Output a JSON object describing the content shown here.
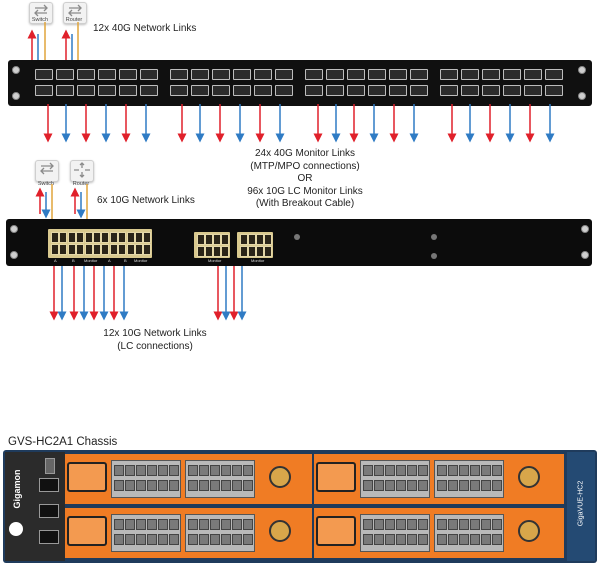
{
  "devices": {
    "top_switch": "Switch",
    "top_router": "Router",
    "mid_switch": "Switch",
    "mid_router": "Router"
  },
  "labels": {
    "top_network_links": "12x 40G Network Links",
    "monitor_line1": "24x 40G Monitor Links",
    "monitor_line2": "(MTP/MPO connections)",
    "monitor_line3": "OR",
    "monitor_line4": "96x 10G LC Monitor Links",
    "monitor_line5": "(With Breakout Cable)",
    "mid_network_links": "6x 10G Network Links",
    "lc_line1": "12x 10G Network Links",
    "lc_line2": "(LC connections)",
    "chassis_title": "GVS-HC2A1 Chassis",
    "brand": "Gigamon",
    "side_model": "GigaVUE-HC2",
    "port_a": "A",
    "port_b": "B",
    "port_monitor": "Monitor"
  },
  "colors": {
    "red_arrow": "#e0202a",
    "blue_arrow": "#2f7bc4",
    "gold_line": "#e0a43a",
    "gigamon_orange": "#f07c24",
    "chassis_blue": "#1f3b5c"
  }
}
